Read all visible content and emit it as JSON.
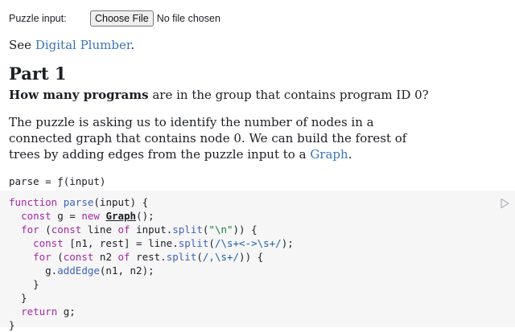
{
  "file_input": {
    "label": "Puzzle input:",
    "button_label": "Choose File",
    "status": "No file chosen"
  },
  "see": {
    "prefix": "See ",
    "link_text": "Digital Plumber",
    "suffix": "."
  },
  "part": {
    "heading": "Part 1",
    "question_bold": "How many programs",
    "question_rest": " are in the group that contains program ID 0?"
  },
  "paragraph": {
    "text1": "The puzzle is asking us to identify the number of nodes in a connected graph that contains node 0. We can build the forest of trees by adding edges from the puzzle input to a ",
    "link_text": "Graph",
    "text2": "."
  },
  "cell": {
    "output": "parse = ƒ(input)"
  },
  "code": {
    "l1": [
      "function",
      " ",
      "parse",
      "(input) {"
    ],
    "l2": [
      "  ",
      "const",
      " g = ",
      "new",
      " ",
      "Graph",
      "();"
    ],
    "l3": [
      "  ",
      "for",
      " (",
      "const",
      " line ",
      "of",
      " input.",
      "split",
      "(",
      "\"\\n\"",
      ")) {"
    ],
    "l4": [
      "    ",
      "const",
      " [n1, rest] = line.",
      "split",
      "(",
      "/\\s+<->\\s+/",
      ");"
    ],
    "l5": [
      "    ",
      "for",
      " (",
      "const",
      " n2 ",
      "of",
      " rest.",
      "split",
      "(",
      "/,\\s+/",
      ")) {"
    ],
    "l6": [
      "      g.",
      "addEdge",
      "(n1, n2);"
    ],
    "l7": "    }",
    "l8": "  }",
    "l9": [
      "  ",
      "return",
      " g;"
    ],
    "l10": "}"
  },
  "colors": {
    "link": "#3b76b7",
    "keyword": "#a626a4",
    "function_name": "#4062bb",
    "code_background": "#f6f6f7"
  },
  "icons": {
    "run": "play-triangle-icon"
  }
}
